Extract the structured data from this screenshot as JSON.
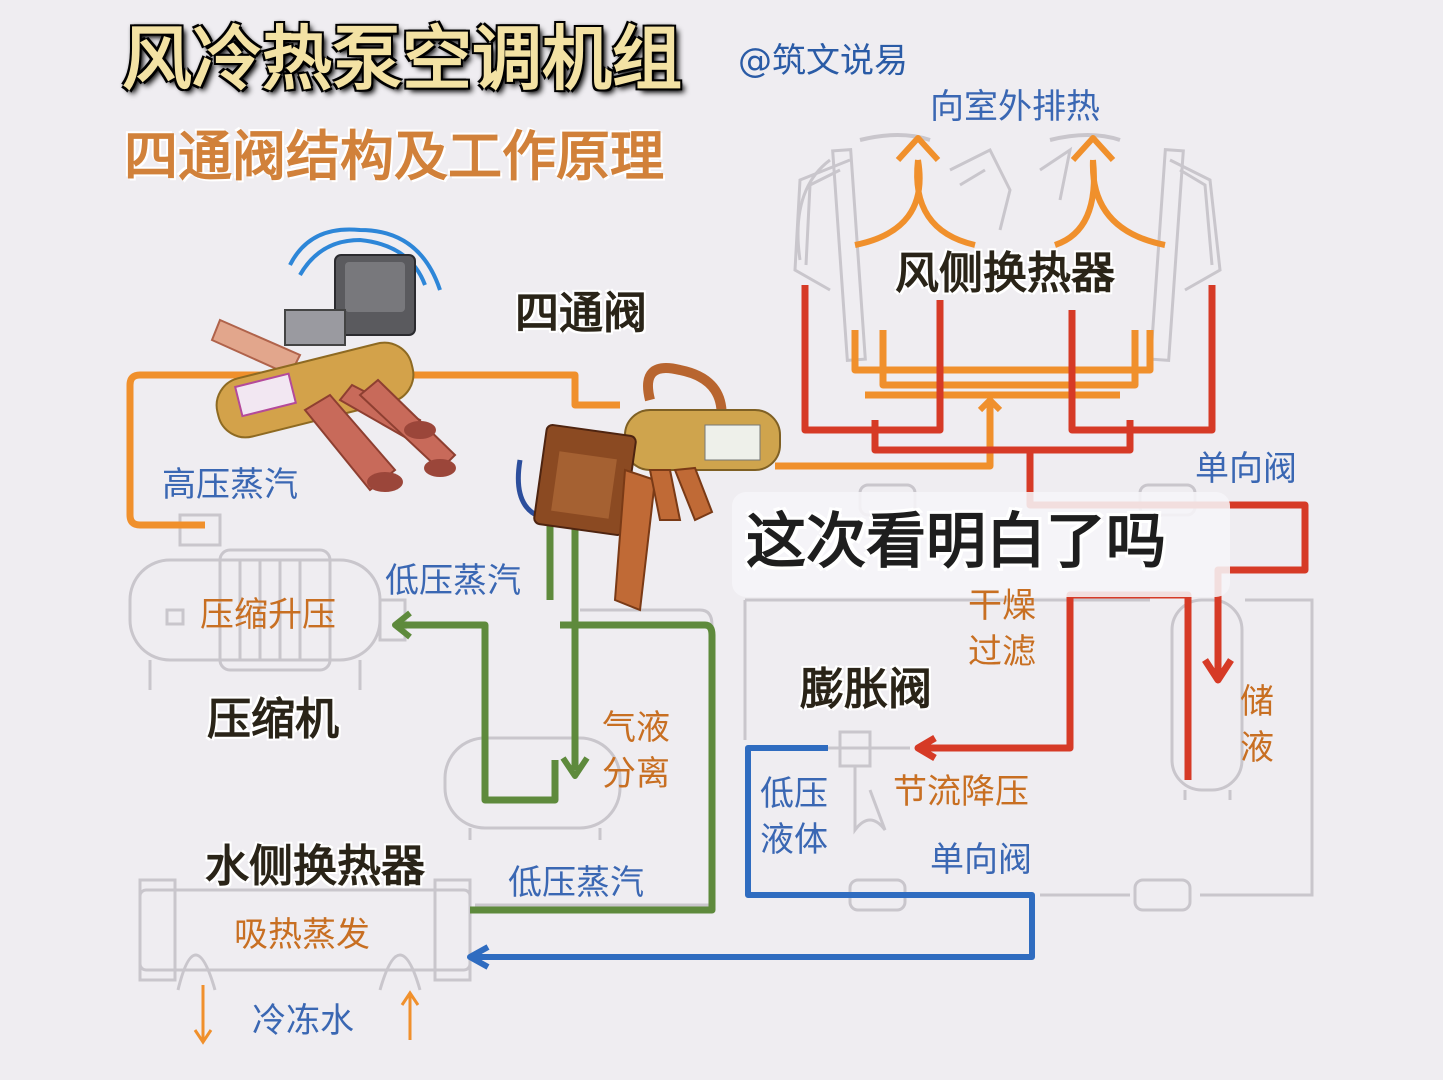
{
  "header": {
    "title": "风冷热泵空调机组",
    "subtitle": "四通阀结构及工作原理",
    "handle": "@筑文说易"
  },
  "labels": {
    "outdoor_exhaust": "向室外排热",
    "air_side_hx": "风侧换热器",
    "four_way_valve": "四通阀",
    "high_pressure_vapor": "高压蒸汽",
    "low_pressure_vapor_top": "低压蒸汽",
    "compress_boost": "压缩升压",
    "compressor": "压缩机",
    "gas_liquid_sep_1": "气液",
    "gas_liquid_sep_2": "分离",
    "check_valve_top": "单向阀",
    "caption": "这次看明白了吗",
    "dry_filter_1": "干燥",
    "dry_filter_2": "过滤",
    "expansion_valve": "膨胀阀",
    "receiver_1": "储",
    "receiver_2": "液",
    "low_pressure_liquid_1": "低压",
    "low_pressure_liquid_2": "液体",
    "throttle": "节流降压",
    "check_valve_bottom": "单向阀",
    "water_side_hx": "水侧换热器",
    "low_pressure_vapor_bottom": "低压蒸汽",
    "absorb_evaporate": "吸热蒸发",
    "chilled_water": "冷冻水"
  },
  "colors": {
    "high_pressure_line": "#f0902c",
    "hot_gas_line": "#d63a26",
    "suction_line": "#5e8a3c",
    "liquid_line": "#2f6cc0",
    "copper": "#c86a3a",
    "equipment_ghost": "#c9c6cc"
  }
}
